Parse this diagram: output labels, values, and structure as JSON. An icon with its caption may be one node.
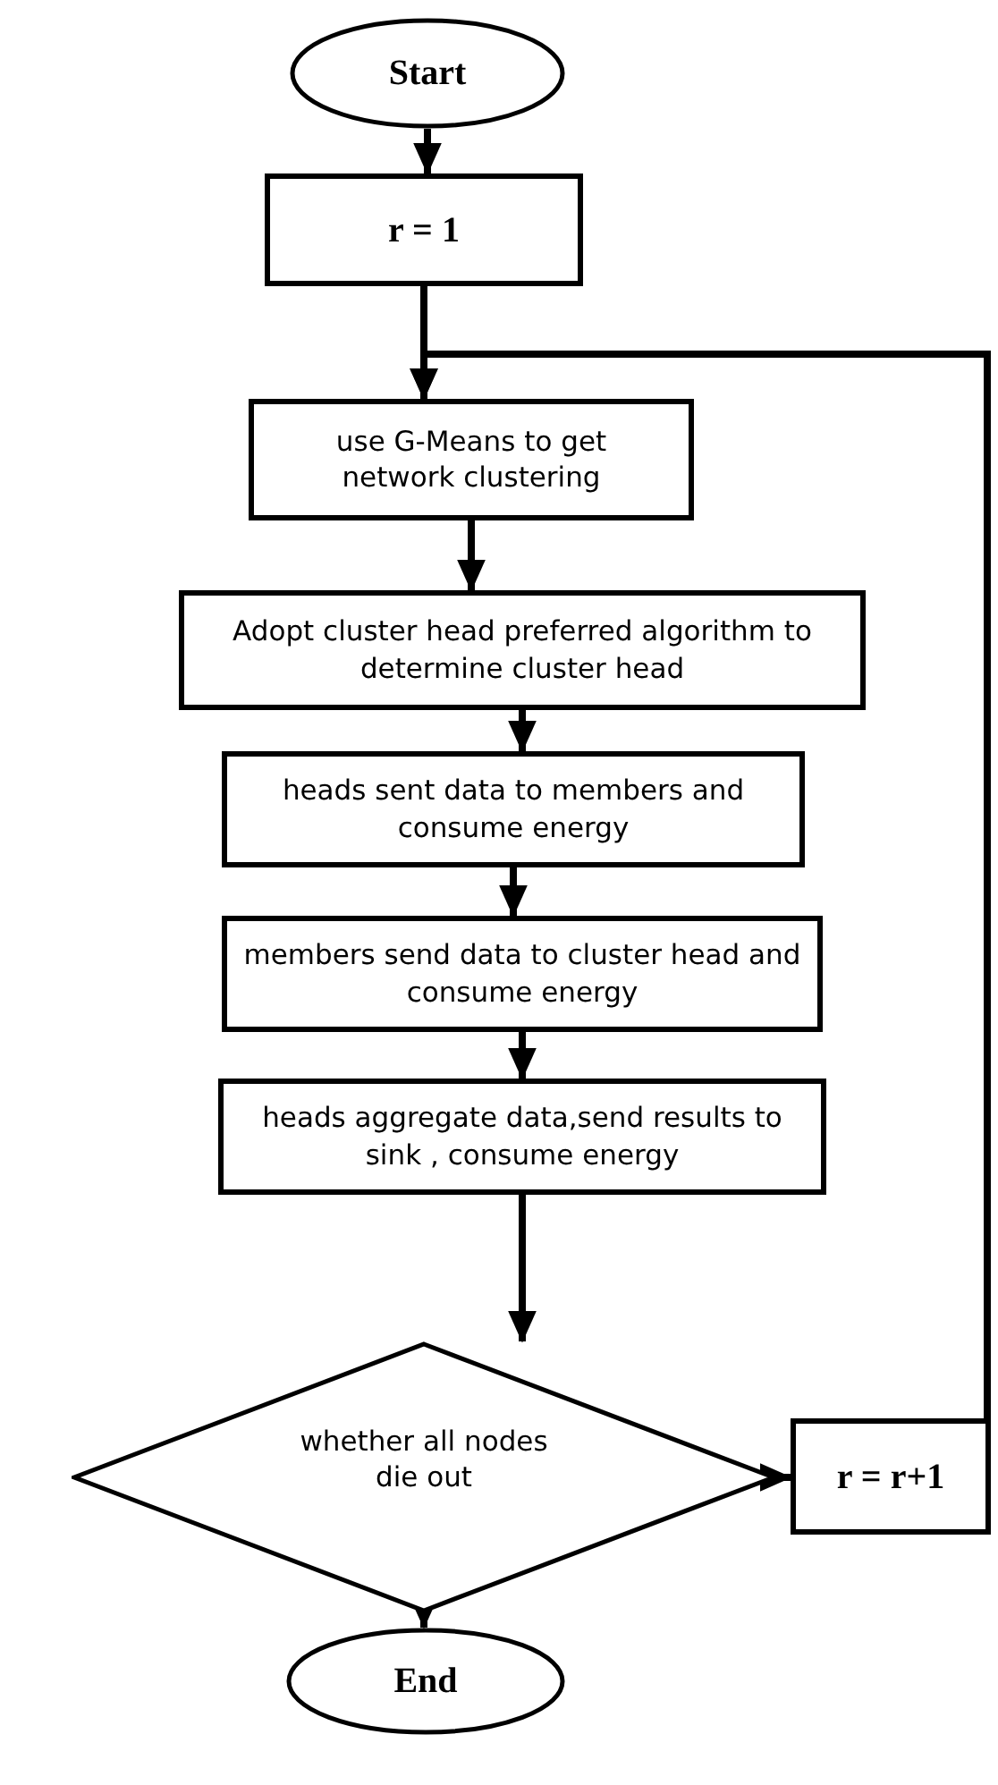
{
  "diagram": {
    "nodes": [
      {
        "text": [
          "Start"
        ]
      },
      {
        "text": [
          "r = 1"
        ]
      },
      {
        "text": [
          "use G-Means  to get network clustering"
        ]
      },
      {
        "text": [
          "Adopt cluster head preferred algorithm to  determine  cluster head"
        ]
      },
      {
        "text": [
          "heads sent data to members and consume energy"
        ]
      },
      {
        "text": [
          "members send data to  cluster head and consume energy"
        ]
      },
      {
        "text": [
          "heads aggregate data,send results to sink , consume energy"
        ]
      },
      {
        "text": [
          "whether all nodes die out"
        ]
      },
      {
        "text": [
          "r = r+1"
        ]
      },
      {
        "text": [
          "End"
        ]
      }
    ],
    "edges": [
      {
        "from": 0,
        "to": 1,
        "arrow": "to"
      },
      {
        "from": 1,
        "to": 2,
        "arrow": "to"
      },
      {
        "from": 2,
        "to": 3,
        "arrow": "to"
      },
      {
        "from": 3,
        "to": 4,
        "arrow": "to"
      },
      {
        "from": 4,
        "to": 5,
        "arrow": "to"
      },
      {
        "from": 5,
        "to": 6,
        "arrow": "to"
      },
      {
        "from": 6,
        "to": 7,
        "arrow": "to"
      },
      {
        "from": 7,
        "to": 8,
        "arrow": "to"
      },
      {
        "from": 8,
        "to": 2,
        "arrow": "to"
      },
      {
        "from": 7,
        "to": 9,
        "arrow": "to"
      }
    ]
  }
}
